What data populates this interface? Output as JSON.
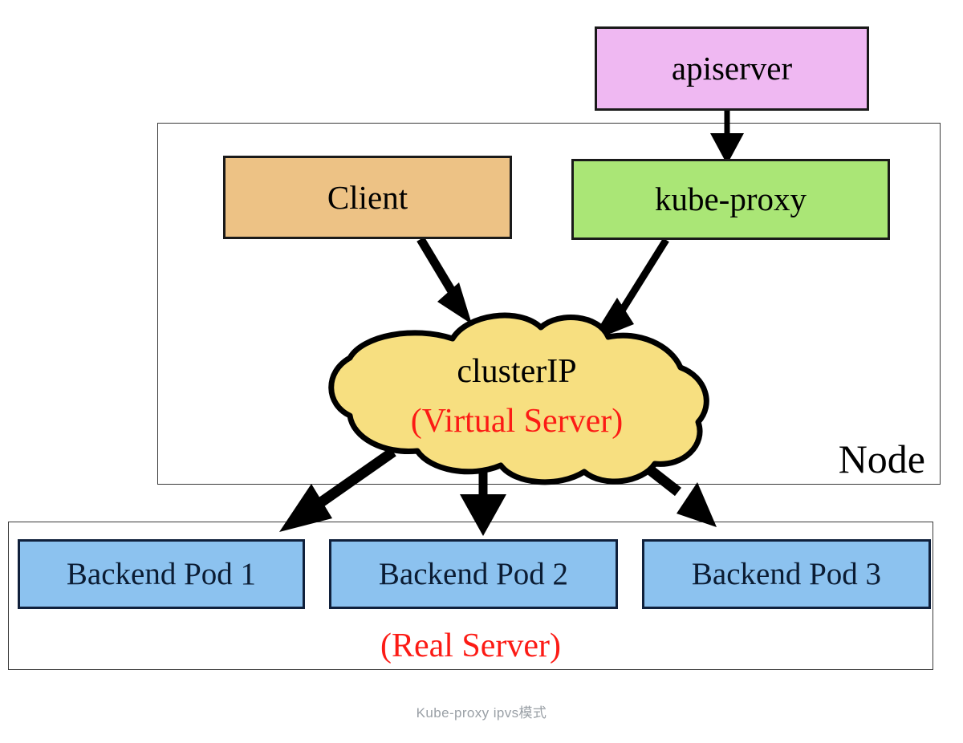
{
  "diagram": {
    "figure_caption": "Kube-proxy ipvs模式",
    "containers": [
      {
        "id": "node",
        "label": "Node"
      },
      {
        "id": "real-server",
        "label": "(Real Server)"
      }
    ],
    "nodes": {
      "apiserver": {
        "label": "apiserver",
        "color": "#efb8f2"
      },
      "client": {
        "label": "Client",
        "color": "#edc285"
      },
      "kube_proxy": {
        "label": "kube-proxy",
        "color": "#aae676"
      },
      "cluster_ip": {
        "title": "clusterIP",
        "subtitle": "(Virtual Server)",
        "color": "#f7df80",
        "subtitle_color": "#fc1b15"
      }
    },
    "pods": [
      {
        "label": "Backend Pod 1",
        "color": "#8cc2ef"
      },
      {
        "label": "Backend Pod 2",
        "color": "#8cc2ef"
      },
      {
        "label": "Backend Pod 3",
        "color": "#8cc2ef"
      }
    ],
    "edges": [
      {
        "from": "apiserver",
        "to": "kube-proxy"
      },
      {
        "from": "client",
        "to": "clusterIP"
      },
      {
        "from": "kube-proxy",
        "to": "clusterIP"
      },
      {
        "from": "clusterIP",
        "to": "Backend Pod 1"
      },
      {
        "from": "clusterIP",
        "to": "Backend Pod 2"
      },
      {
        "from": "clusterIP",
        "to": "Backend Pod 3"
      }
    ]
  }
}
